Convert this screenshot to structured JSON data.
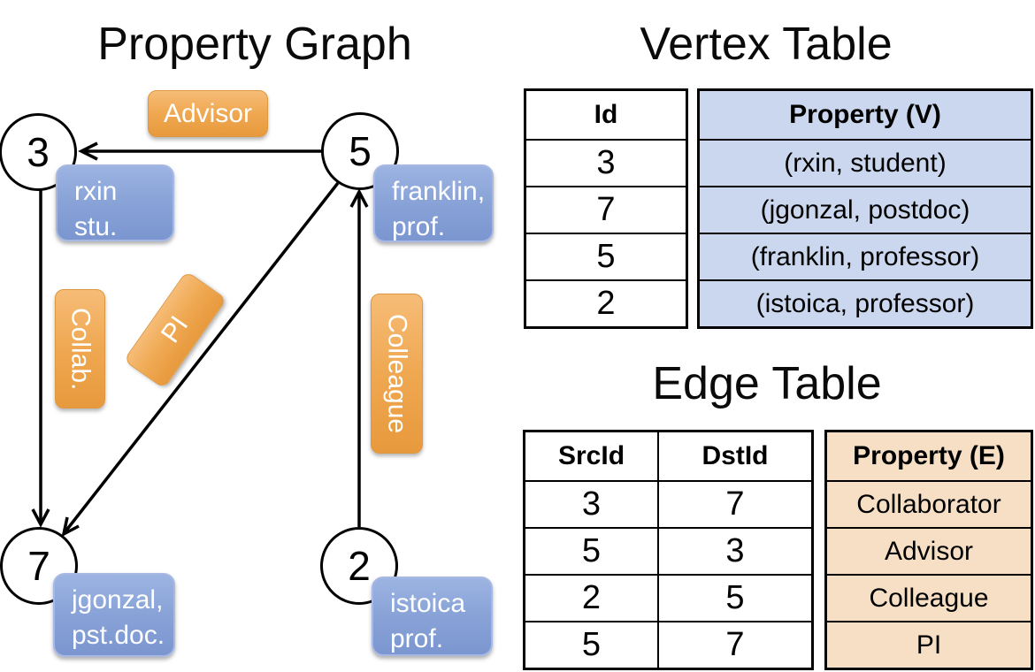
{
  "titles": {
    "graph": "Property Graph",
    "vertex": "Vertex Table",
    "edge": "Edge Table"
  },
  "graph": {
    "nodes": [
      {
        "id": "3",
        "property_lines": [
          "rxin",
          "stu."
        ]
      },
      {
        "id": "5",
        "property_lines": [
          "franklin,",
          "prof."
        ]
      },
      {
        "id": "7",
        "property_lines": [
          "jgonzal,",
          "pst.doc."
        ]
      },
      {
        "id": "2",
        "property_lines": [
          "istoica",
          "prof."
        ]
      }
    ],
    "edges": [
      {
        "src": "5",
        "dst": "3",
        "label": "Advisor"
      },
      {
        "src": "3",
        "dst": "7",
        "label": "Collab."
      },
      {
        "src": "5",
        "dst": "7",
        "label": "PI"
      },
      {
        "src": "2",
        "dst": "5",
        "label": "Colleague"
      }
    ]
  },
  "vertex_table": {
    "headers": [
      "Id",
      "Property (V)"
    ],
    "rows": [
      [
        "3",
        "(rxin, student)"
      ],
      [
        "7",
        "(jgonzal, postdoc)"
      ],
      [
        "5",
        "(franklin, professor)"
      ],
      [
        "2",
        "(istoica, professor)"
      ]
    ]
  },
  "edge_table": {
    "headers": [
      "SrcId",
      "DstId",
      "Property (E)"
    ],
    "rows": [
      [
        "3",
        "7",
        "Collaborator"
      ],
      [
        "5",
        "3",
        "Advisor"
      ],
      [
        "2",
        "5",
        "Colleague"
      ],
      [
        "5",
        "7",
        "PI"
      ]
    ]
  },
  "colors": {
    "edge_label_orange": "#EFA851",
    "vertex_label_blue": "#8AA4D8",
    "vertex_property_bg": "#CBD7EE",
    "edge_property_bg": "#F6DFC4",
    "line_black": "#000000"
  }
}
